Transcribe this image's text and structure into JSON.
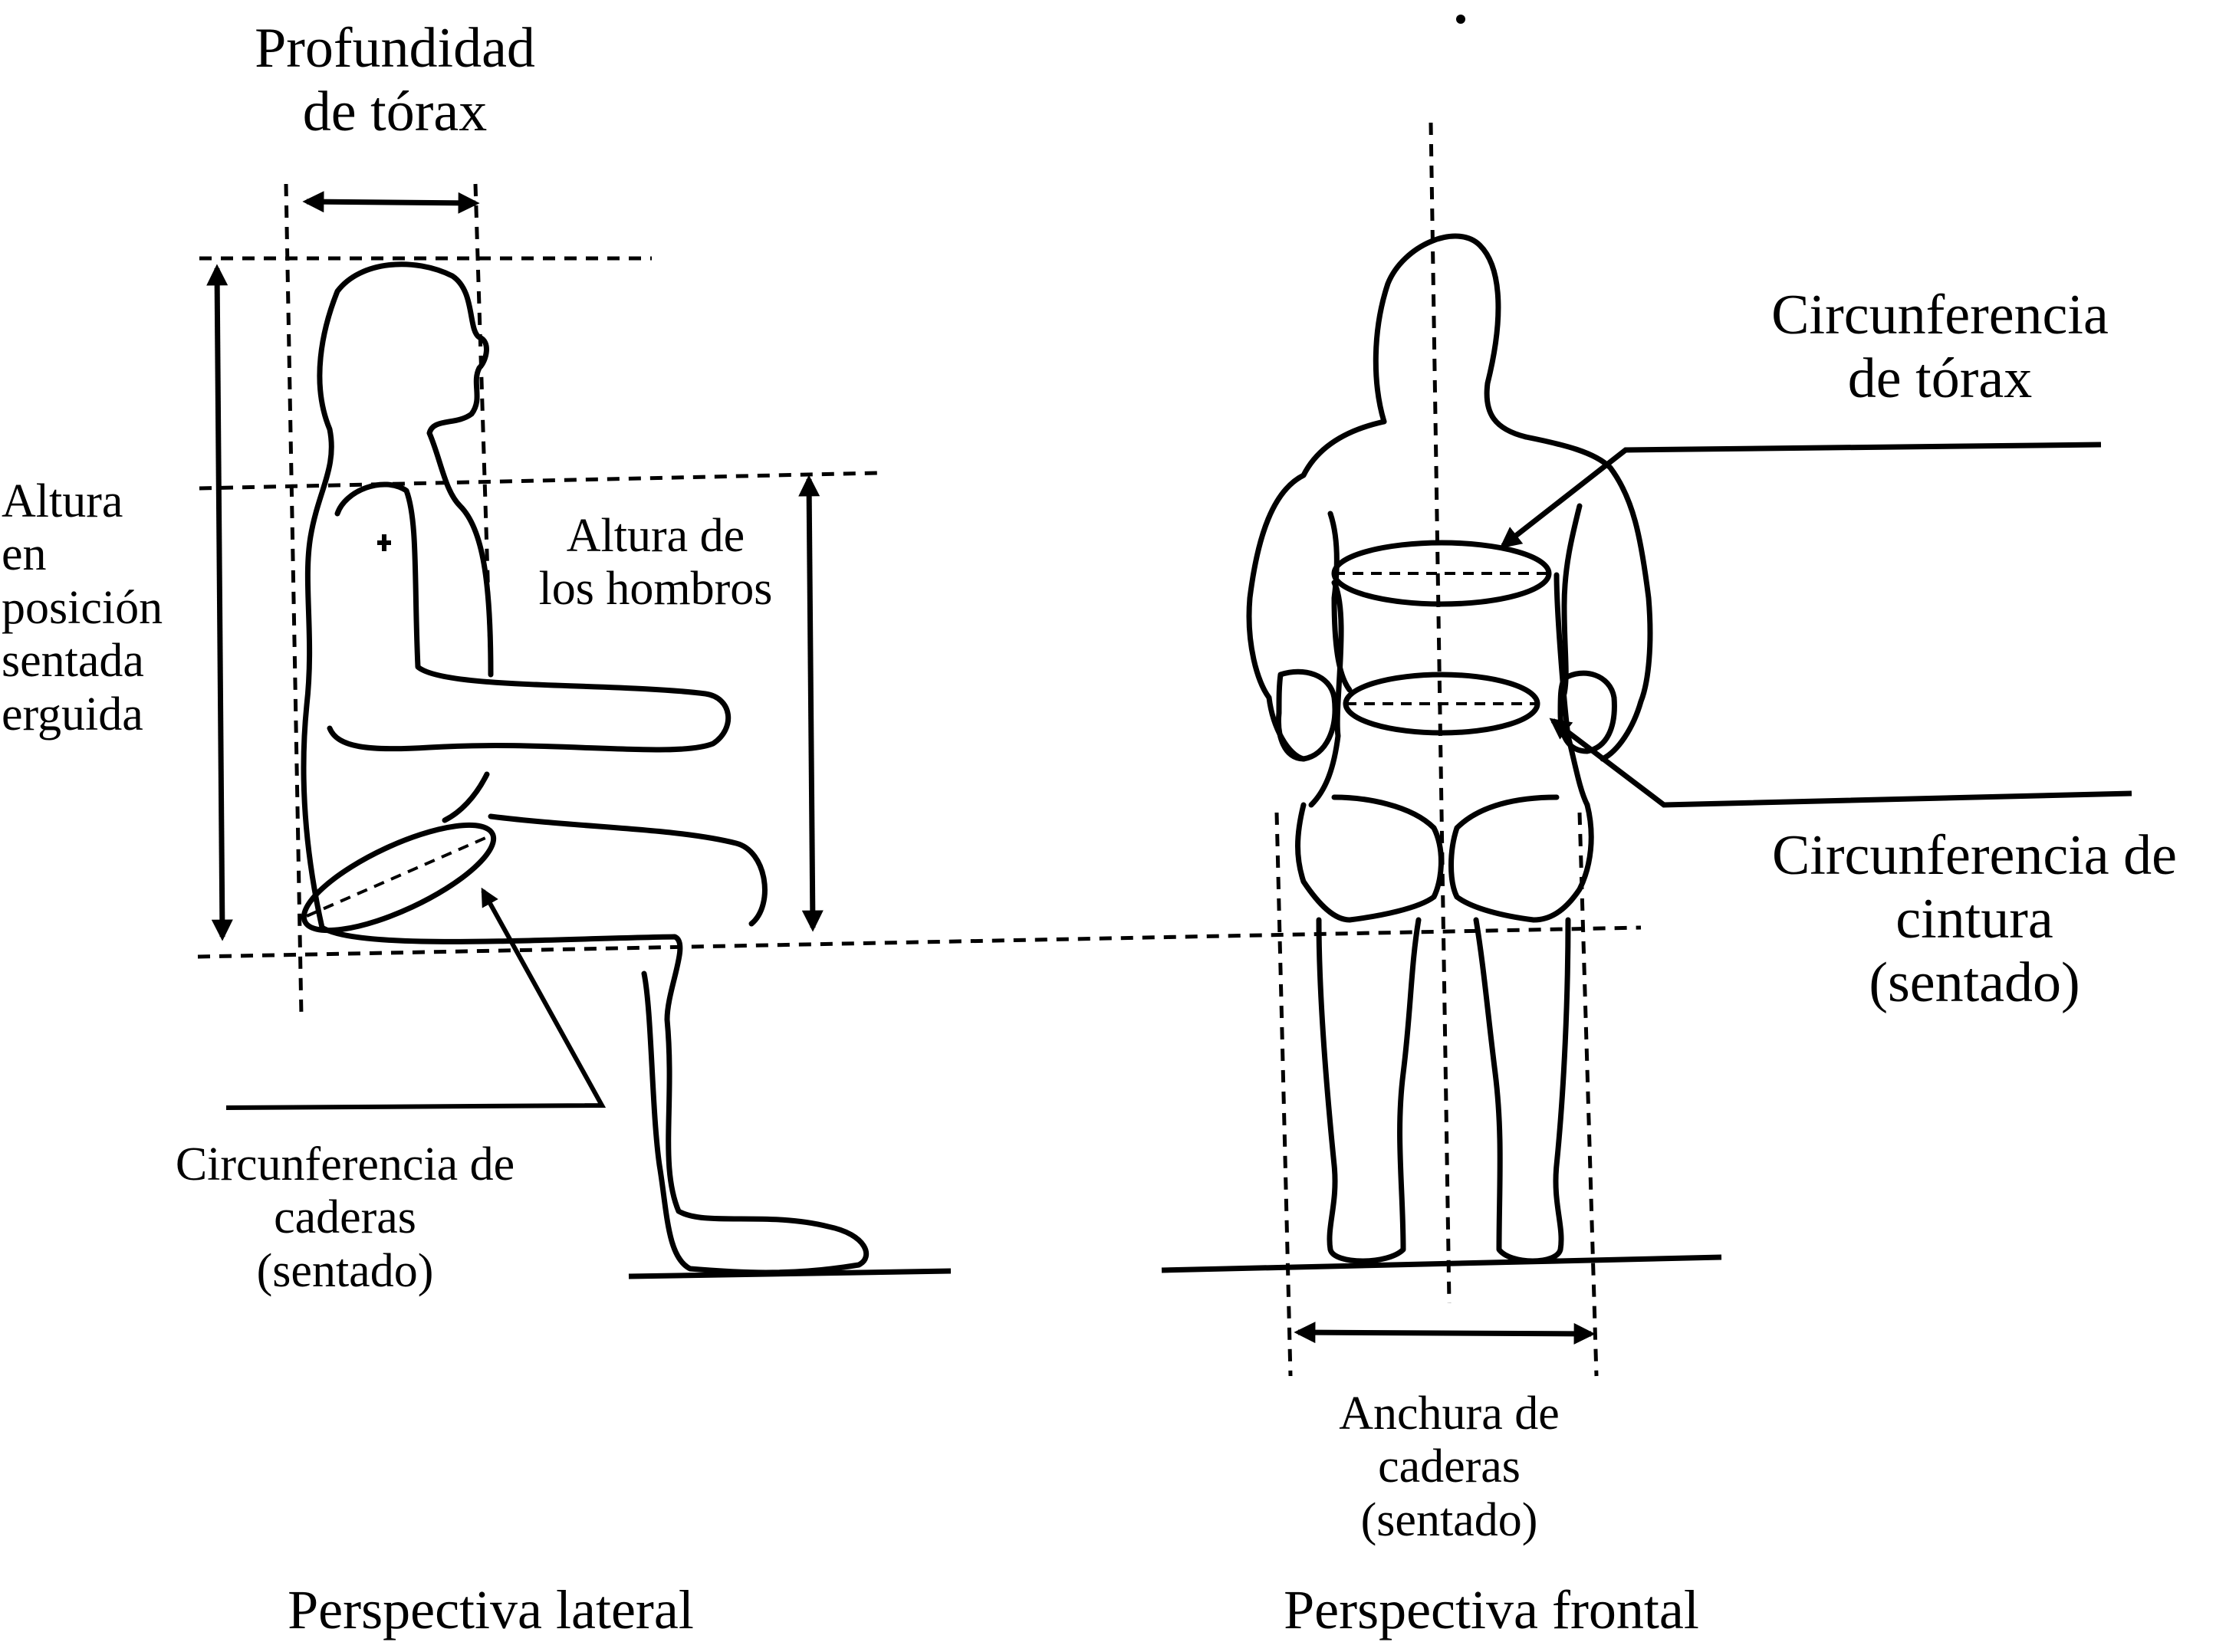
{
  "labels": {
    "chest_depth": "Profundidad\nde tórax",
    "sitting_height": "Altura\nen\nposición\nsentada\nerguida",
    "shoulder_height": "Altura de\nlos hombros",
    "hip_circumference": "Circunferencia de\ncaderas\n(sentado)",
    "chest_circumference": "Circunferencia\nde tórax",
    "waist_circumference": "Circunferencia de\ncintura\n(sentado)",
    "hip_width": "Anchura de\ncaderas\n(sentado)"
  },
  "captions": {
    "side_view": "Perspectiva lateral",
    "front_view": "Perspectiva frontal"
  },
  "colors": {
    "ink": "#000000",
    "background": "#ffffff"
  }
}
